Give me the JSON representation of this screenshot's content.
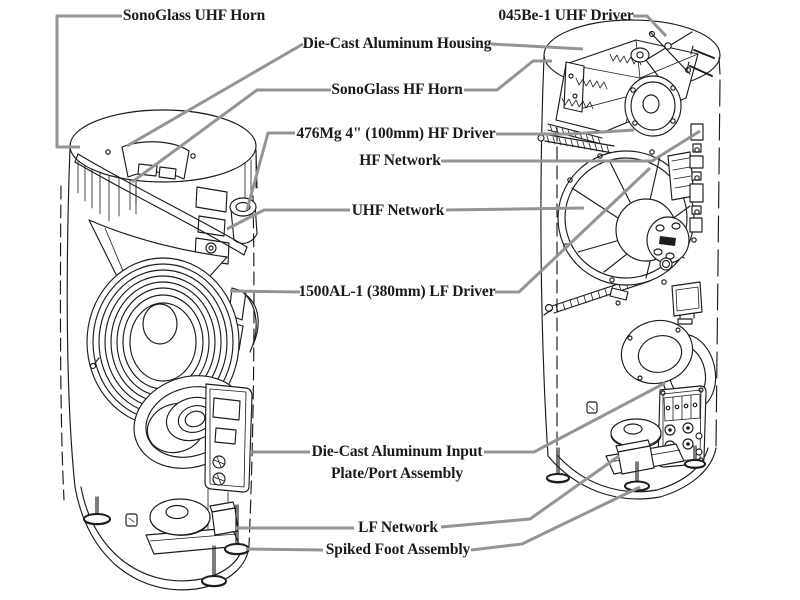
{
  "figure": {
    "description": "Exploded component diagram of a floor-standing loudspeaker: front-left cutaway view (left) and rear-right exploded view (right)"
  },
  "colors": {
    "background": "#ffffff",
    "line": "#1c1c1c",
    "leader": "#949494",
    "text": "#1a1a1a"
  },
  "labels": {
    "sonoglass_uhf_horn": "SonoGlass UHF Horn",
    "die_cast_aluminum_housing": "Die-Cast Aluminum Housing",
    "sonoglass_hf_horn": "SonoGlass HF Horn",
    "hf_driver": "476Mg 4\" (100mm) HF Driver",
    "hf_network": "HF Network",
    "uhf_network": "UHF Network",
    "lf_driver": "1500AL-1 (380mm) LF Driver",
    "uhf_driver": "045Be-1 UHF Driver",
    "input_plate_line1": "Die-Cast Aluminum Input",
    "input_plate_line2": "Plate/Port Assembly",
    "lf_network": "LF Network",
    "spiked_foot": "Spiked Foot Assembly"
  }
}
